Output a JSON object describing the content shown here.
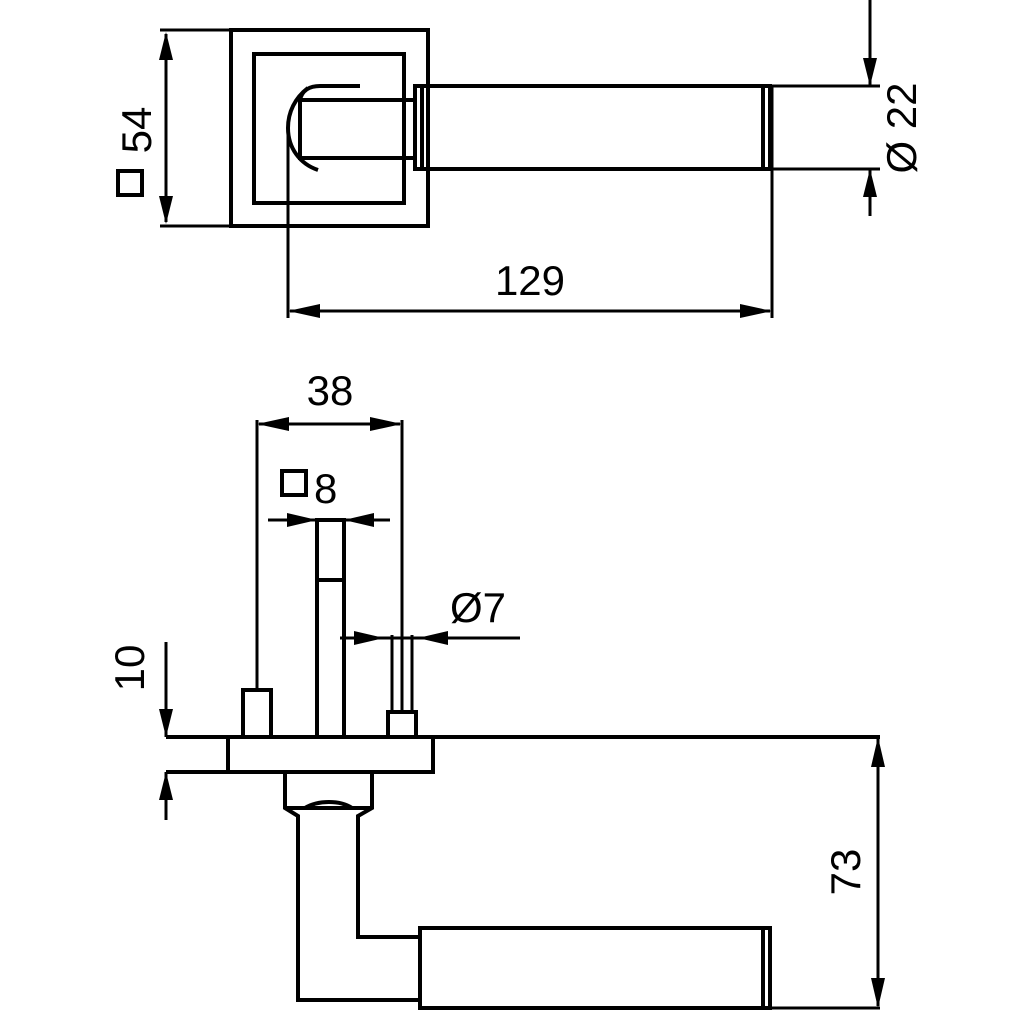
{
  "colors": {
    "line": "#000000",
    "background": "#ffffff"
  },
  "dimensions": {
    "rose_square": "54",
    "lever_diameter": "Ø 22",
    "lever_length": "129",
    "fixing_spacing": "38",
    "spindle_square": "8",
    "screw_diameter": "Ø7",
    "rose_height": "10",
    "lever_projection": "73"
  }
}
